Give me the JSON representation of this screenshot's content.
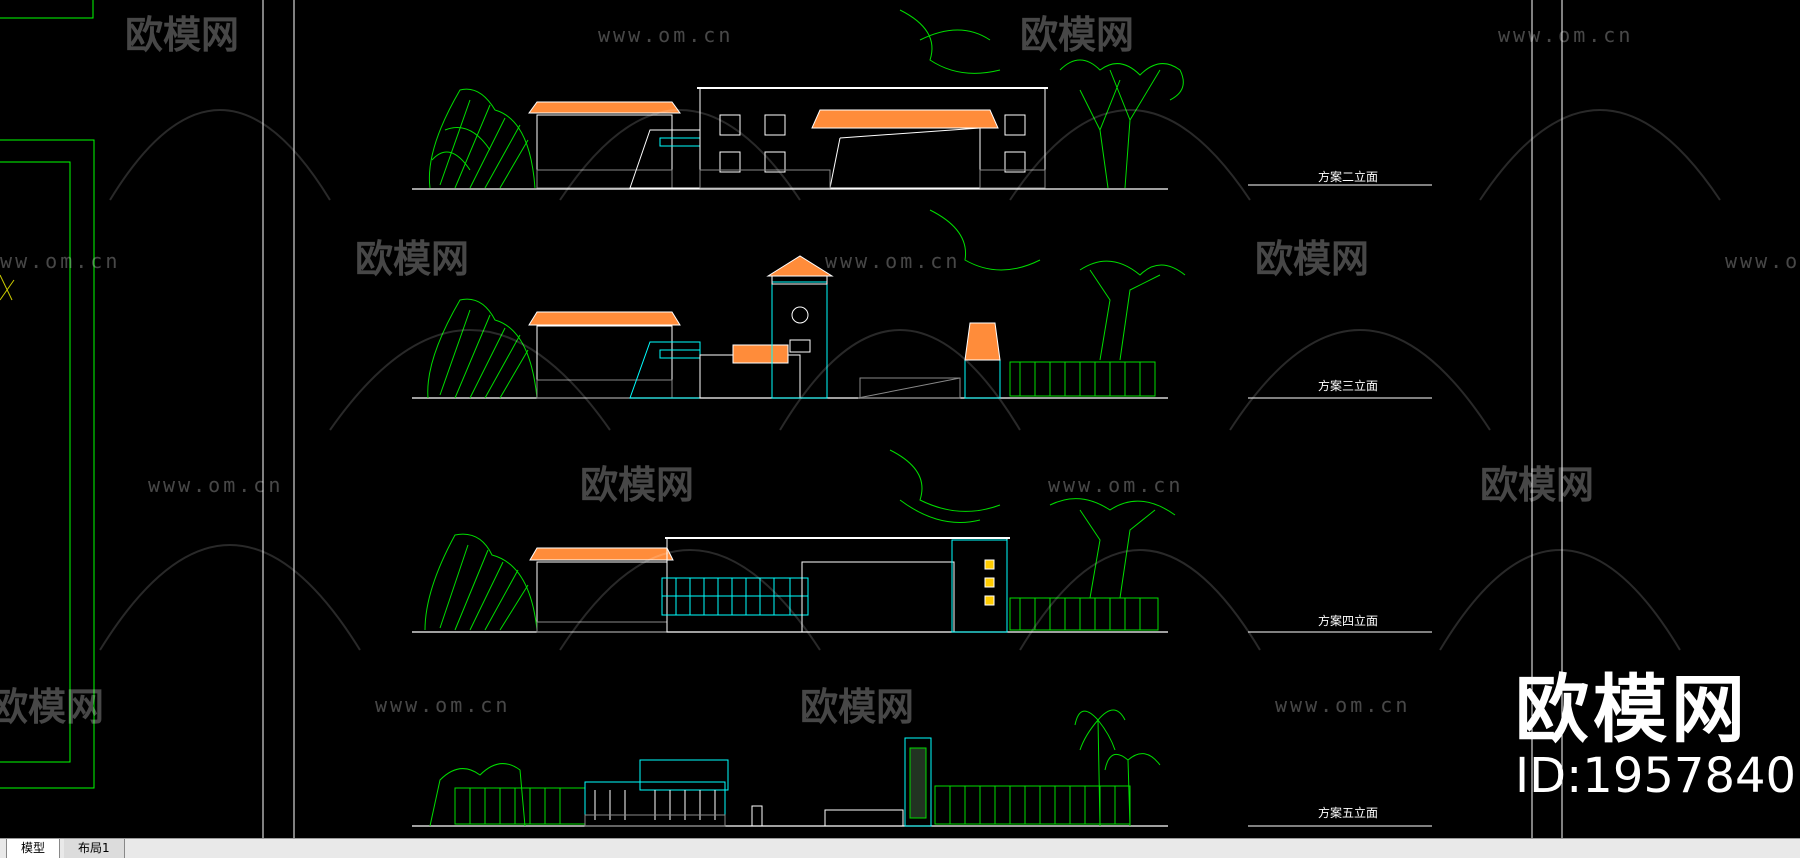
{
  "drawing": {
    "captions": [
      "方案二立面",
      "方案三立面",
      "方案四立面",
      "方案五立面"
    ]
  },
  "watermark": {
    "logo_text": "欧模网",
    "url": "www.om.cn"
  },
  "brand": {
    "name": "欧模网",
    "id": "ID:1957840"
  },
  "tabs": [
    {
      "label": "模型",
      "active": true
    },
    {
      "label": "布局1",
      "active": false
    }
  ],
  "colors": {
    "background": "#000000",
    "cad_green": "#00ff00",
    "cad_cyan": "#00ffff",
    "cad_orange": "#ff8c3a",
    "cad_white": "#ffffff"
  }
}
